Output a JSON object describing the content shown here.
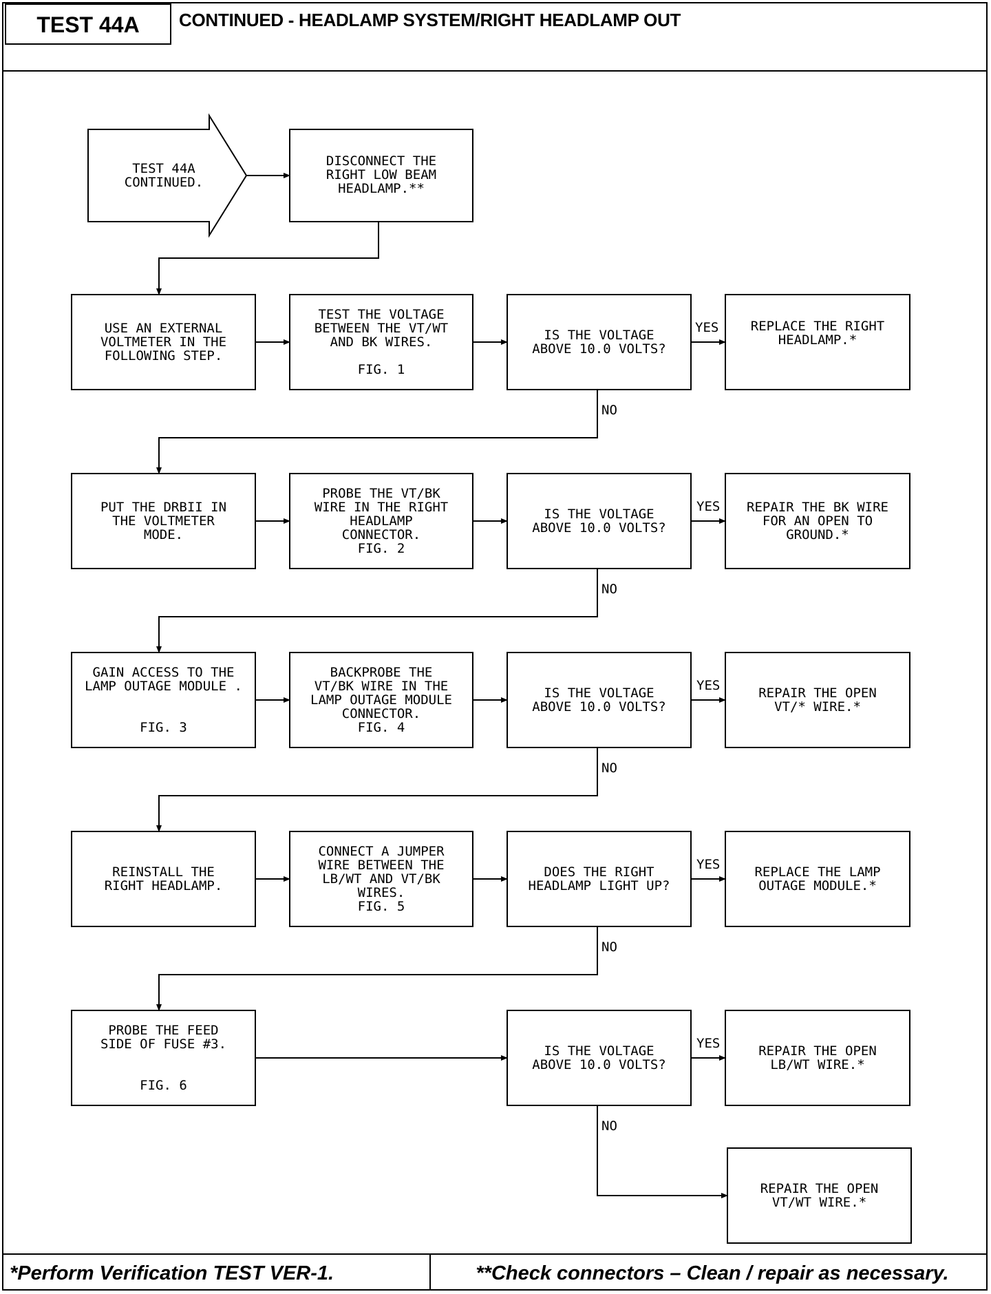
{
  "header": {
    "test_id": "TEST 44A",
    "title": "CONTINUED - HEADLAMP SYSTEM/RIGHT HEADLAMP OUT"
  },
  "steps": {
    "start": "TEST 44A\nCONTINUED.",
    "disconnect": "DISCONNECT THE\nRIGHT LOW BEAM\nHEADLAMP.**",
    "use_voltmeter": "USE AN EXTERNAL\nVOLTMETER IN THE\nFOLLOWING STEP.",
    "test_voltage": "TEST THE VOLTAGE\nBETWEEN THE VT/WT\nAND BK WIRES.\n\nFIG. 1",
    "q1": "IS THE VOLTAGE\nABOVE 10.0 VOLTS?",
    "replace_headlamp": "REPLACE THE RIGHT\nHEADLAMP.*",
    "put_drbii": "PUT THE DRBII IN\nTHE VOLTMETER\nMODE.",
    "probe_vtbk": "PROBE THE VT/BK\nWIRE IN THE RIGHT\nHEADLAMP\nCONNECTOR.\nFIG. 2",
    "q2": "IS THE VOLTAGE\nABOVE 10.0 VOLTS?",
    "repair_bk": "REPAIR THE BK WIRE\nFOR AN OPEN TO\nGROUND.*",
    "gain_access": "GAIN ACCESS TO THE\nLAMP OUTAGE MODULE .\n\n\nFIG. 3",
    "backprobe": "BACKPROBE THE\nVT/BK WIRE IN THE\nLAMP OUTAGE MODULE\nCONNECTOR.\nFIG. 4",
    "q3": "IS THE VOLTAGE\nABOVE 10.0 VOLTS?",
    "repair_vt": "REPAIR THE OPEN\nVT/* WIRE.*",
    "reinstall": "REINSTALL THE\nRIGHT HEADLAMP.",
    "jumper": "CONNECT A JUMPER\nWIRE BETWEEN THE\nLB/WT AND VT/BK\nWIRES.\nFIG. 5",
    "q4": "DOES THE RIGHT\nHEADLAMP LIGHT UP?",
    "replace_module": "REPLACE THE LAMP\nOUTAGE MODULE.*",
    "probe_fuse": "PROBE THE FEED\nSIDE OF FUSE #3.\n\n\nFIG. 6",
    "q5": "IS THE VOLTAGE\nABOVE 10.0 VOLTS?",
    "repair_lbwt": "REPAIR THE OPEN\nLB/WT WIRE.*",
    "repair_vtwt": "REPAIR THE OPEN\nVT/WT WIRE.*"
  },
  "labels": {
    "yes": "YES",
    "no": "NO"
  },
  "footer": {
    "left": "*Perform Verification TEST VER-1.",
    "right": "**Check connectors – Clean / repair as necessary."
  }
}
